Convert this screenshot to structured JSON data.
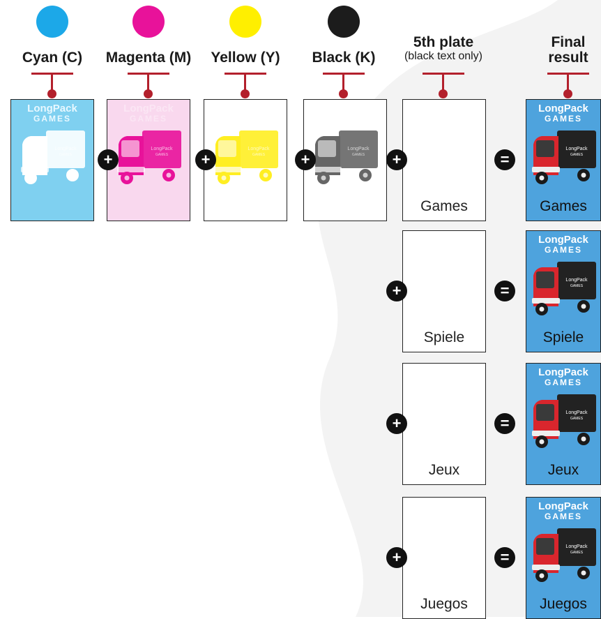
{
  "colors": {
    "cyan": "#1ca8e8",
    "magenta": "#e8129a",
    "yellow": "#ffef00",
    "black": "#1c1c1c",
    "accent_red": "#b3202c",
    "final_bg": "#4ea3dd",
    "background_shape": "#f3f3f3"
  },
  "plates": [
    {
      "label": "Cyan (C)",
      "swatch": "#1ca8e8",
      "card_bg": "#7fd0f0",
      "ink": "#ffffff",
      "logo_color": "#e8f8ff"
    },
    {
      "label": "Magenta (M)",
      "swatch": "#e8129a",
      "card_bg": "#f9d8ee",
      "ink": "#e8129a",
      "logo_color": "#fbe6f4"
    },
    {
      "label": "Yellow (Y)",
      "swatch": "#ffef00",
      "card_bg": "#ffffff",
      "ink": "#ffee22",
      "logo_color": "#ffffff"
    },
    {
      "label": "Black (K)",
      "swatch": "#1c1c1c",
      "card_bg": "#ffffff",
      "ink": "#666666",
      "logo_color": "#ffffff"
    }
  ],
  "fifth_plate": {
    "title": "5th plate",
    "subtitle": "(black text only)"
  },
  "final_result": {
    "title": "Final",
    "title_line2": "result"
  },
  "logo": {
    "line1": "LongPack",
    "line2": "GAMES"
  },
  "truck_side_text": "LongPack",
  "truck_side_text2": "GAMES",
  "operators": {
    "plus": "+",
    "equals": "="
  },
  "languages": [
    "Games",
    "Spiele",
    "Jeux",
    "Juegos"
  ]
}
